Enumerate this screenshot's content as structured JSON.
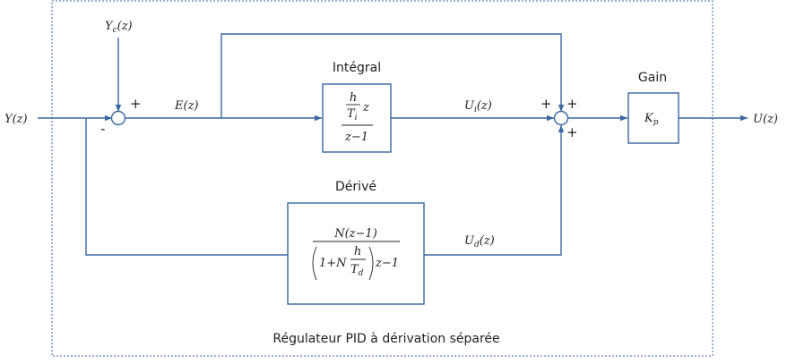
{
  "labels": {
    "integral_title": "Intégral",
    "derive_title": "Dérivé",
    "gain_title": "Gain",
    "caption": "Régulateur PID à dérivation séparée"
  },
  "signals": {
    "yc": {
      "main": "Y",
      "sub": "c",
      "arg": "(z)"
    },
    "y": {
      "main": "Y",
      "arg": "(z)"
    },
    "e": {
      "main": "E",
      "arg": "(z)"
    },
    "ui": {
      "main": "U",
      "sub": "i",
      "arg": "(z)"
    },
    "ud": {
      "main": "U",
      "sub": "d",
      "arg": "(z)"
    },
    "u": {
      "main": "U",
      "arg": "(z)"
    }
  },
  "signs": {
    "sum1_top": "+",
    "sum1_left": "-",
    "sum2_left": "+",
    "sum2_top": "+",
    "sum2_bottom": "+"
  },
  "integral_tf": {
    "h": "h",
    "T": "T",
    "T_sub": "i",
    "z": "z",
    "denominator": "z−1"
  },
  "derivative_tf": {
    "numerator": "N(z−1)",
    "one_plus_n": "1+N",
    "h": "h",
    "T": "T",
    "T_sub": "d",
    "tail": "z−1"
  },
  "gain_tf": {
    "K": "K",
    "K_sub": "p"
  },
  "colors": {
    "wire": "#3a66a0",
    "text": "#222222"
  }
}
